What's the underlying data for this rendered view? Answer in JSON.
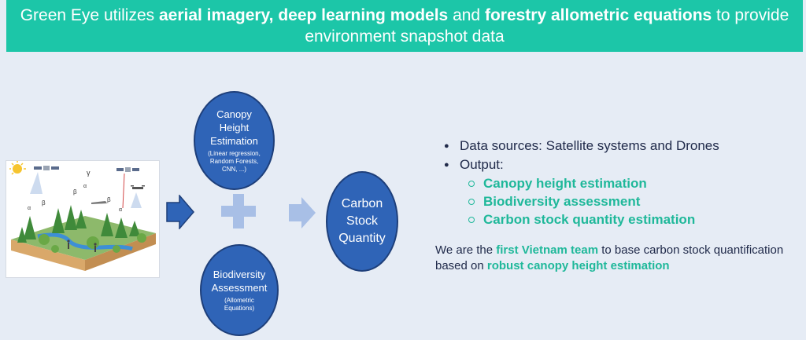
{
  "banner": {
    "text_1": "Green Eye utilizes ",
    "bold_1": "aerial imagery, deep learning models",
    "text_2": " and ",
    "bold_2": "forestry allometric equations",
    "text_3": " to provide environment snapshot data"
  },
  "scene": {
    "symbols": [
      "γ",
      "β",
      "α",
      "β",
      "α",
      "β",
      "α"
    ]
  },
  "nodes": {
    "canopy": {
      "title": "Canopy Height Estimation",
      "sub": "(Linear regression, Random Forests, CNN, ...)"
    },
    "biodiversity": {
      "title": "Biodiversity Assessment",
      "sub": "(Allometric Equations)"
    },
    "carbon": {
      "title": "Carbon Stock Quantity"
    }
  },
  "bullets": {
    "data_sources": "Data sources: Satellite systems and Drones",
    "output": "Output:",
    "outputs": [
      "Canopy height estimation",
      "Biodiversity assessment",
      "Carbon stock quantity estimation"
    ]
  },
  "statement": {
    "t1": "We are the ",
    "h1": "first Vietnam team",
    "t2": " to base carbon stock quantification based on ",
    "h2": "robust canopy height estimation"
  },
  "colors": {
    "teal": "#1cc6a8",
    "blue": "#2f64b7",
    "navy": "#202a4a",
    "background": "#e6ecf5"
  }
}
